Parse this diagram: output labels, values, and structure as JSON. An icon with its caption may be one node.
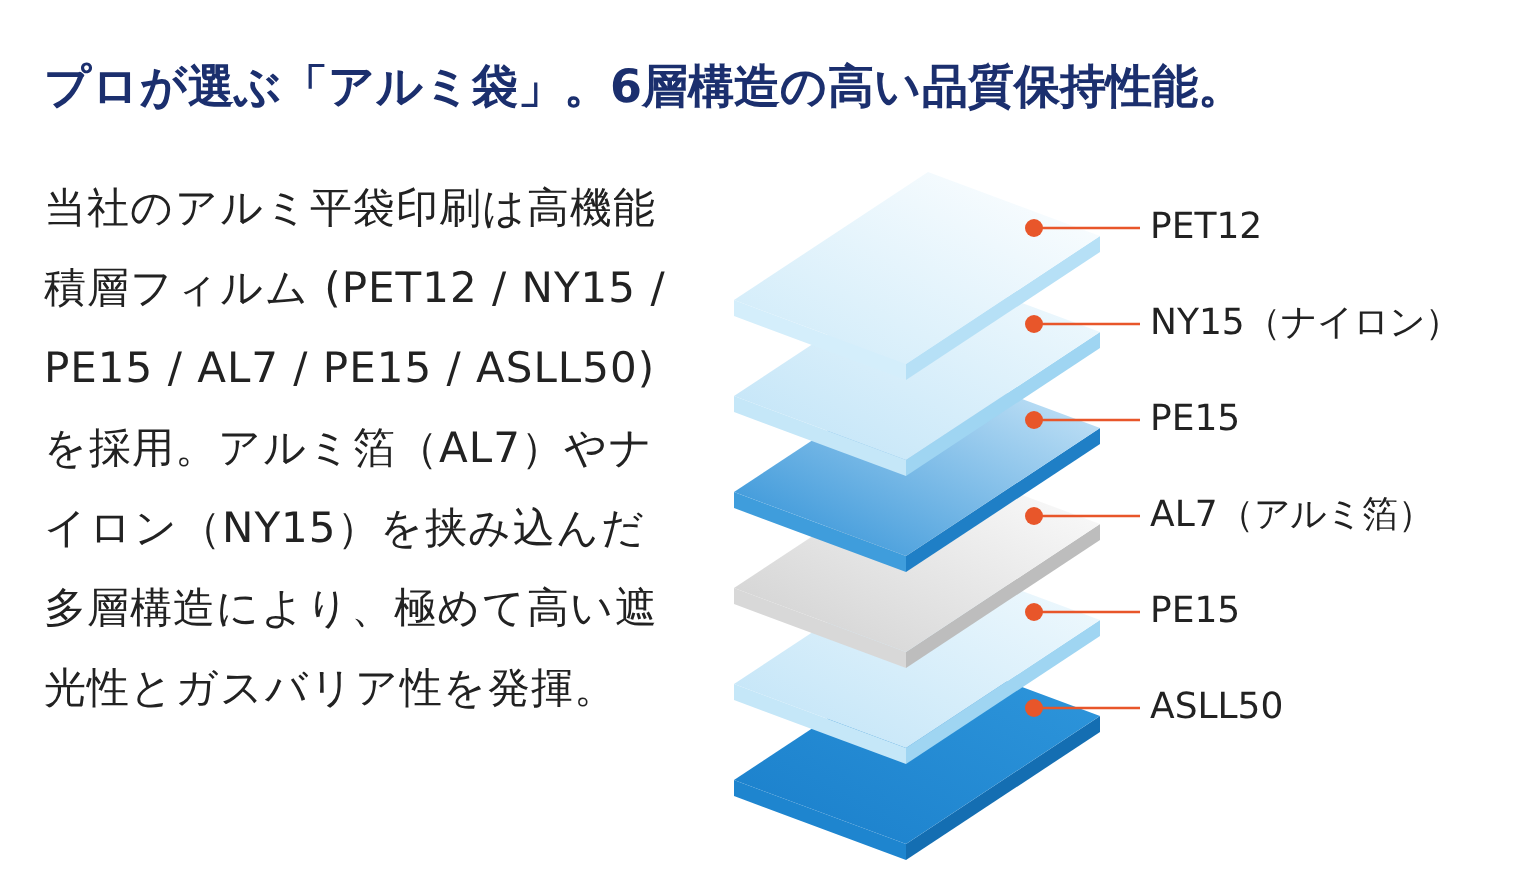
{
  "diagram": {
    "title": "プロが選ぶ「アルミ袋」。6層構造の高い品質保持性能。",
    "nodes": [
      {
        "text": [],
        "shape": "picture"
      },
      {
        "text": [],
        "shape": "picture"
      },
      {
        "text": [],
        "shape": "picture"
      },
      {
        "text": [],
        "shape": "picture"
      },
      {
        "text": [],
        "shape": "picture"
      },
      {
        "text": [],
        "shape": "picture"
      },
      {
        "text": [
          "PET12"
        ]
      },
      {
        "text": [
          "NY15（ナイロン）"
        ]
      },
      {
        "text": [
          "PE15"
        ]
      },
      {
        "text": [
          "AL7（アルミ箔）"
        ]
      },
      {
        "text": [
          "PE15"
        ]
      },
      {
        "text": [
          "ASLL50"
        ]
      }
    ],
    "edges": [
      {
        "from": 6,
        "to": 0,
        "arrow": "other"
      },
      {
        "from": 7,
        "to": 1,
        "arrow": "other"
      },
      {
        "from": 8,
        "to": 2,
        "arrow": "other"
      },
      {
        "from": 9,
        "to": 3,
        "arrow": "other"
      },
      {
        "from": 10,
        "to": 4,
        "arrow": "other"
      },
      {
        "from": 11,
        "to": 5,
        "arrow": "other"
      }
    ],
    "labels": [
      "当社のアルミ平袋印刷は高機能積層フィルム (PET12 / NY15 / PE15 / AL7 / PE15 / ASLL50)を採用。アルミ箔（AL7）やナイロン（NY15）を挟み込んだ多層構造により、極めて高い遮光性とガスバリア性を発揮。"
    ]
  }
}
